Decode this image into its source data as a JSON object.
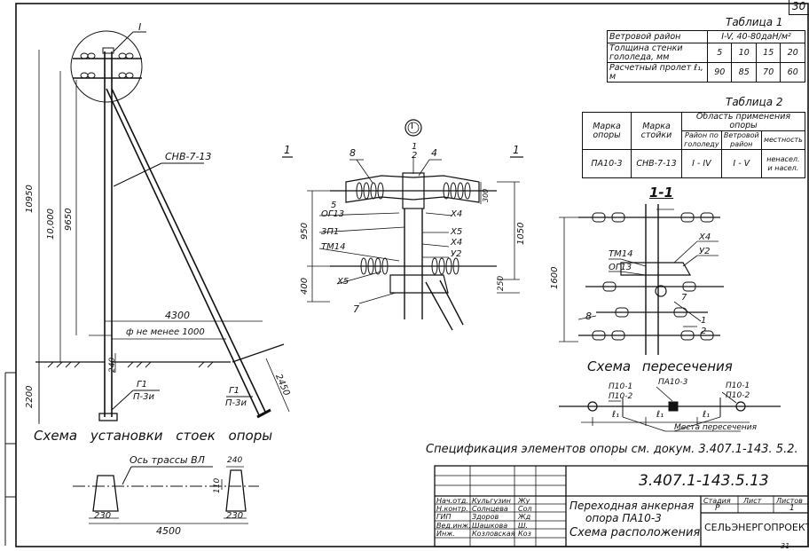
{
  "page_number": "30",
  "page_number_bottom": "31",
  "table1": {
    "title": "Таблица 1",
    "rows": [
      {
        "label": "Ветровой район",
        "values": [
          "I-V, 40-80даН/м²"
        ]
      },
      {
        "label": "Толщина стенки гололеда, мм",
        "values": [
          "5",
          "10",
          "15",
          "20"
        ]
      },
      {
        "label": "Расчетный пролет ℓ₁, м",
        "values": [
          "90",
          "85",
          "70",
          "60"
        ]
      }
    ]
  },
  "table2": {
    "title": "Таблица 2",
    "headers": [
      "Марка опоры",
      "Марка стойки",
      "Область применения опоры",
      "Район по гололеду",
      "Ветровой район",
      "местность"
    ],
    "row": [
      "ПА10-3",
      "СНВ-7-13",
      "I - IV",
      "I - V",
      "ненасел. и насел."
    ]
  },
  "left_view": {
    "label_pole": "СНВ-7-13",
    "label_top": "I",
    "dims": {
      "h_total": "10950",
      "h_10000": "10,000",
      "h_9650": "9650",
      "span_4300": "4300",
      "min_1000": "ф не менее 1000",
      "d_240": "240",
      "d_2200": "2200",
      "d_2450": "2450"
    },
    "g1_left": [
      "Г1",
      "П-3и"
    ],
    "g1_right": [
      "Г1",
      "П-3и"
    ],
    "caption": "Схема установки стоек опоры"
  },
  "bottom_view": {
    "axis_label": "Ось трассы ВЛ",
    "dims": [
      "240",
      "110",
      "230",
      "230",
      "4500"
    ]
  },
  "node_view": {
    "marker": "I",
    "section_marks": [
      "1",
      "1"
    ],
    "callouts": [
      "8",
      "1",
      "2",
      "4",
      "5",
      "ОГ13",
      "Х4",
      "3П1",
      "ТМ14",
      "Х5",
      "Х4",
      "У2",
      "Х5",
      "7"
    ],
    "dims": [
      "950",
      "1050",
      "400",
      "250",
      "300"
    ]
  },
  "section_view": {
    "title": "1-1",
    "callouts": [
      "Х4",
      "У2",
      "ТМ14",
      "ОГ13",
      "8",
      "1",
      "2",
      "7"
    ],
    "dim": "1600"
  },
  "crossing": {
    "caption": "Схема пересечения",
    "labels": [
      "П10-1",
      "П10-2",
      "ПА10-3",
      "П10-1",
      "П10-2"
    ],
    "spans": [
      "ℓ₁",
      "ℓ₁",
      "ℓ₁"
    ],
    "place": "Места пересечения"
  },
  "spec_note": "Спецификация элементов опоры см. докум. 3.407.1-143. 5.2.",
  "stamp": {
    "doc_code": "3.407.1-143.5.13",
    "title_lines": [
      "Переходная анкерная",
      "опора ПА10-3",
      "Схема расположения"
    ],
    "stage_headers": [
      "Стадия",
      "Лист",
      "Листов"
    ],
    "stage_values": [
      "Р",
      "",
      "1"
    ],
    "org": "СЕЛЬЭНЕРГОПРОЕКТ",
    "people": [
      {
        "role": "Нач.отд.",
        "name": "Кульгузин",
        "sign": "Жу"
      },
      {
        "role": "Н.контр.",
        "name": "Солнцева",
        "sign": "Сол"
      },
      {
        "role": "ГИП",
        "name": "Здоров",
        "sign": "Жд"
      },
      {
        "role": "Вед.инж.",
        "name": "Шашкова",
        "sign": "Ш."
      },
      {
        "role": "Инж.",
        "name": "Козловская",
        "sign": "Коз"
      }
    ]
  }
}
